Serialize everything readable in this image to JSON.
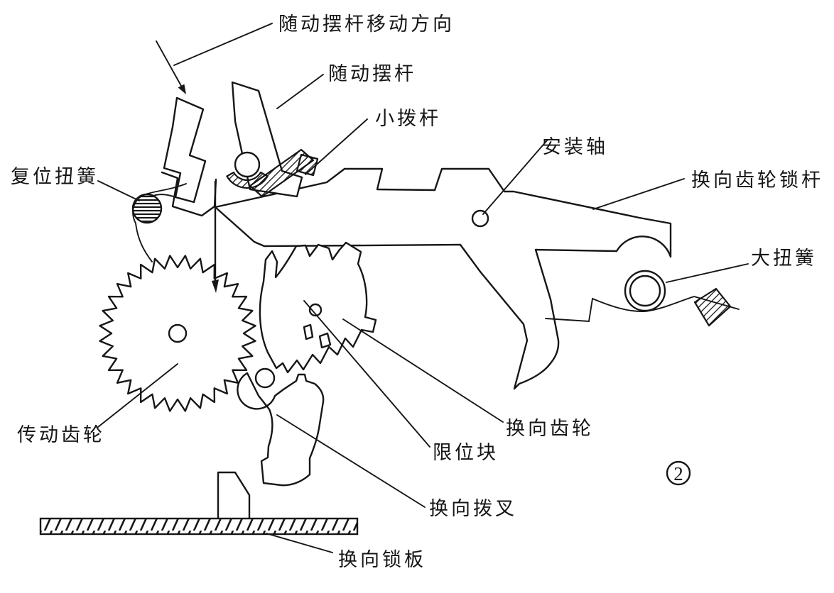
{
  "figure": {
    "ink_color": "#161616",
    "background": "#ffffff",
    "badge_number": "2",
    "labels": {
      "follower_direction": "随动摆杆移动方向",
      "follower_lever": "随动摆杆",
      "small_lever": "小拨杆",
      "mounting_shaft": "安装轴",
      "reversing_gear_lock_lever": "换向齿轮锁杆",
      "large_torsion_spring": "大扭簧",
      "reset_torsion_spring": "复位扭簧",
      "transmission_gear": "传动齿轮",
      "reversing_gear": "换向齿轮",
      "limit_block": "限位块",
      "reversing_fork": "换向拨叉",
      "reversing_lock_plate": "换向锁板"
    }
  }
}
